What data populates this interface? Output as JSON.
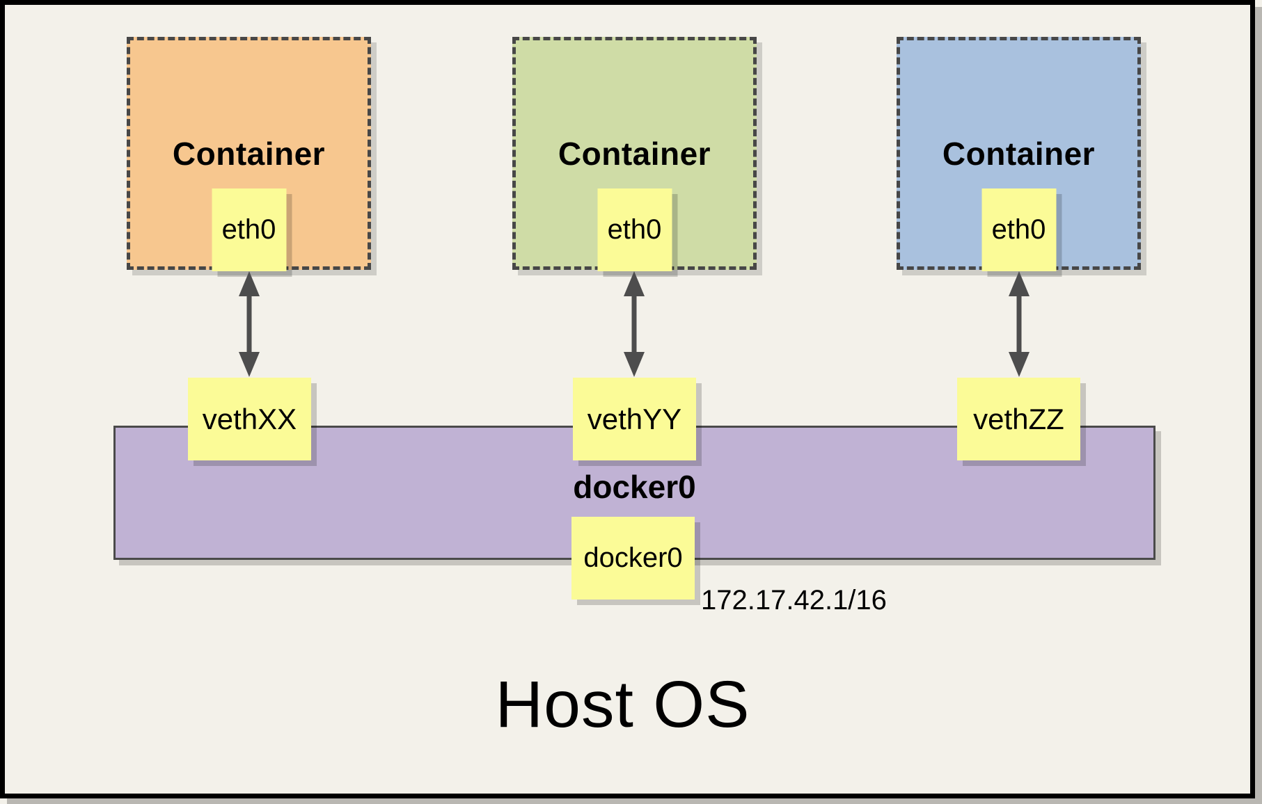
{
  "host": {
    "title": "Host OS",
    "bridge_ip": "172.17.42.1/16"
  },
  "bridge": {
    "label": "docker0",
    "interface_chip": "docker0"
  },
  "containers": [
    {
      "label": "Container",
      "interface_chip": "eth0",
      "veth_chip": "vethXX",
      "fill": "#F7C78F"
    },
    {
      "label": "Container",
      "interface_chip": "eth0",
      "veth_chip": "vethYY",
      "fill": "#CFDCA6"
    },
    {
      "label": "Container",
      "interface_chip": "eth0",
      "veth_chip": "vethZZ",
      "fill": "#A9C1DE"
    }
  ],
  "colors": {
    "canvas_background": "#F3F1EA",
    "chip_yellow": "#FBFB97",
    "bridge_purple": "#C0B2D4",
    "connector_gray": "#4D4D4D",
    "dashed_border": "#474747"
  }
}
